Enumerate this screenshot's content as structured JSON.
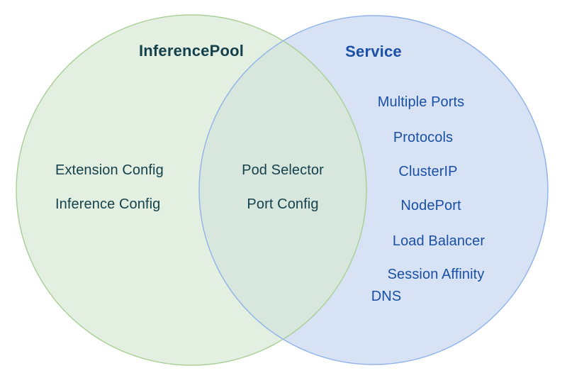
{
  "diagram": {
    "type": "venn",
    "left": {
      "title": "InferencePool",
      "items": [
        "Extension Config",
        "Inference Config"
      ]
    },
    "overlap": {
      "items": [
        "Pod Selector",
        "Port Config"
      ]
    },
    "right": {
      "title": "Service",
      "items": [
        "Multiple Ports",
        "Protocols",
        "ClusterIP",
        "NodePort",
        "Load Balancer",
        "Session Affinity",
        "DNS"
      ]
    },
    "colors": {
      "background": "#ffffff",
      "left_fill": "#e3efe0",
      "left_stroke": "#a9cf96",
      "left_text": "#14414c",
      "right_fill": "#d7e2f5",
      "right_stroke": "#8fb2e9",
      "right_text": "#1950a5",
      "overlap_fill": "#d7e7dd"
    }
  }
}
